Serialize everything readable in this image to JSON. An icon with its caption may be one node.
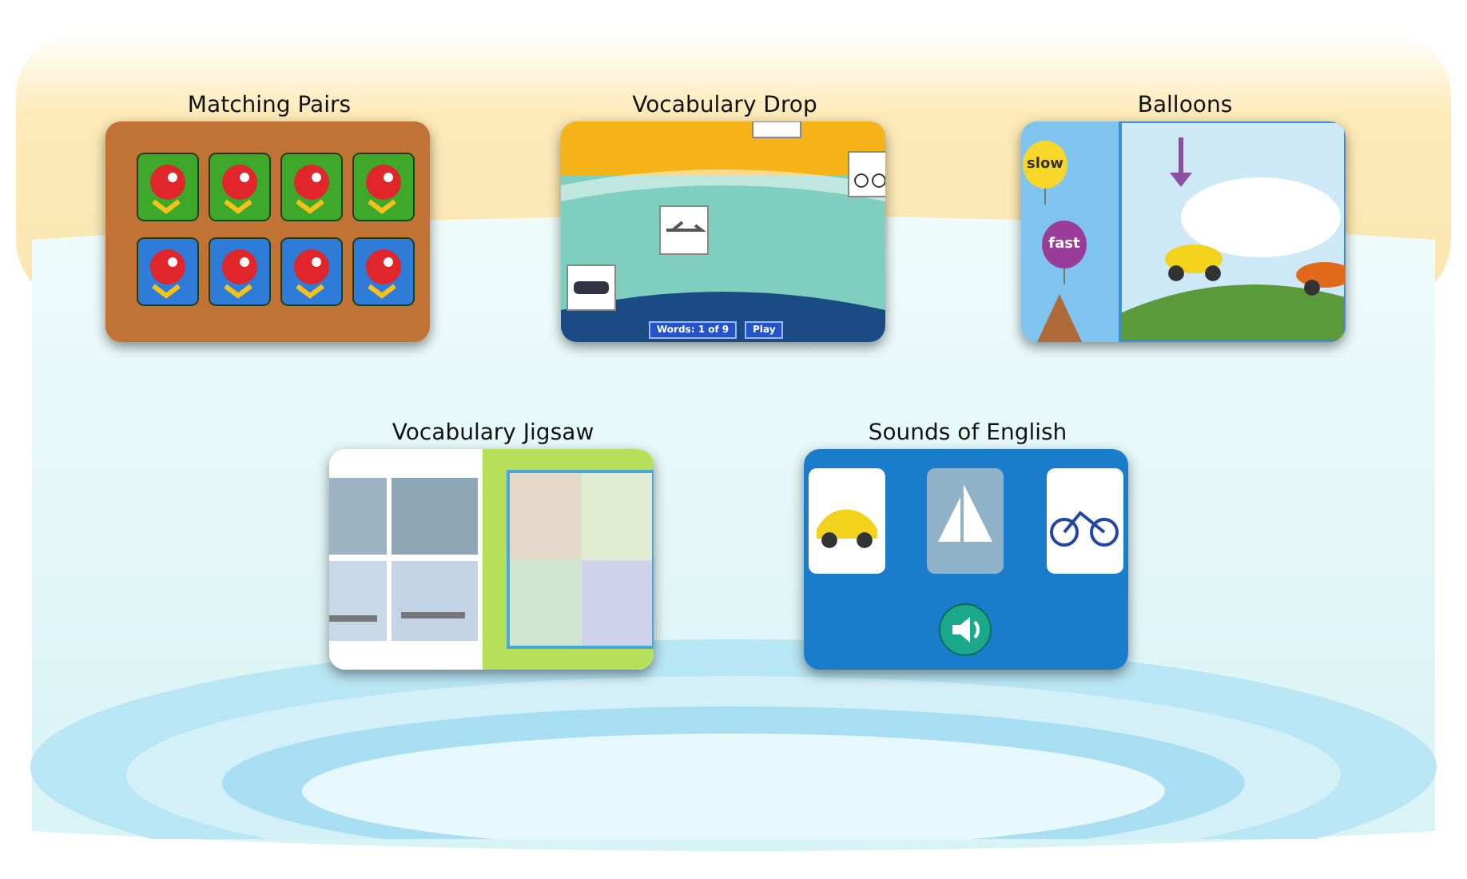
{
  "diagram": {
    "nodes": [
      {
        "text": [
          "Matching Pairs"
        ]
      },
      {
        "text": [
          "Vocabulary Drop"
        ]
      },
      {
        "text": [
          "Balloons"
        ]
      },
      {
        "text": [
          "Vocabulary Jigsaw"
        ]
      },
      {
        "text": [
          "Sounds of English"
        ]
      },
      {
        "text": [
          "Words: 1 of 9"
        ],
        "in": 1
      },
      {
        "text": [
          "Play"
        ],
        "in": 1
      },
      {
        "text": [
          "slow"
        ],
        "in": 2
      },
      {
        "text": [
          "fast"
        ],
        "in": 2
      }
    ]
  }
}
